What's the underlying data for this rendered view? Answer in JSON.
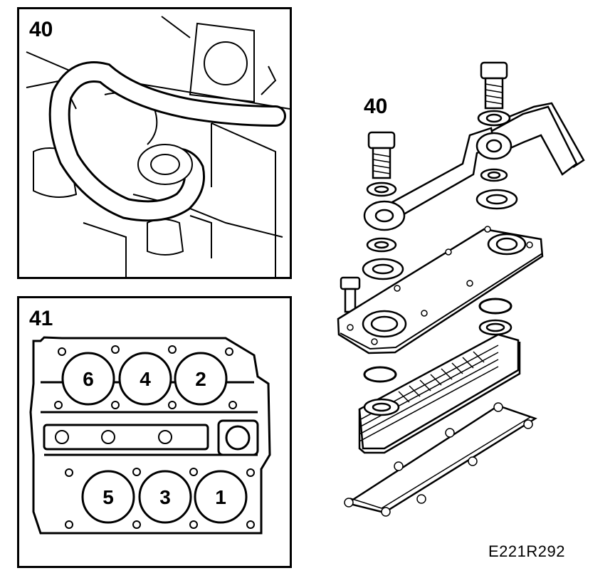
{
  "panels": {
    "top": {
      "label": "40"
    },
    "bottom": {
      "label": "41",
      "cylinders_top_row": [
        "6",
        "4",
        "2"
      ],
      "cylinders_bottom_row": [
        "5",
        "3",
        "1"
      ]
    }
  },
  "exploded_view": {
    "callout": "40"
  },
  "figure_id": "E221R292"
}
